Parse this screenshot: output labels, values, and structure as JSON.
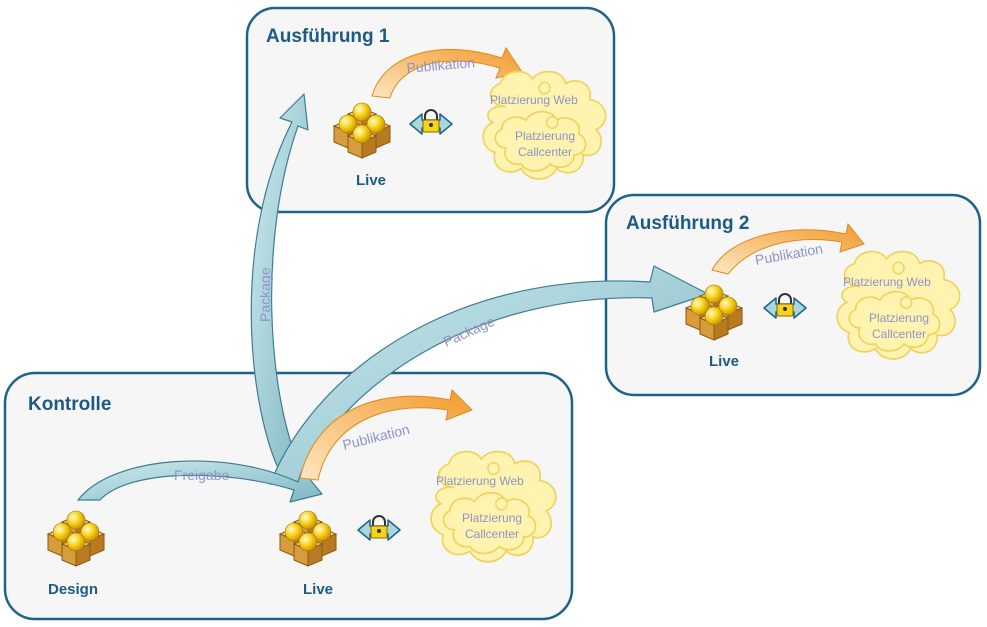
{
  "panels": {
    "kontrolle": {
      "title": "Kontrolle"
    },
    "ausfuehrung1": {
      "title": "Ausführung 1"
    },
    "ausfuehrung2": {
      "title": "Ausführung 2"
    }
  },
  "nodes": {
    "design": "Design",
    "live_kontrolle": "Live",
    "live_a1": "Live",
    "live_a2": "Live"
  },
  "arrows": {
    "freigabe": "Freigabe",
    "package_a1": "Package",
    "package_a2": "Package",
    "publikation_kontrolle": "Publikation",
    "publikation_a1": "Publikation",
    "publikation_a2": "Publikation"
  },
  "clouds": {
    "web": "Platzierung  Web",
    "callcenter_line1": "Platzierung",
    "callcenter_line2": "Callcenter"
  },
  "colors": {
    "panel_border": "#1e6389",
    "panel_fill": "#f6f6f6",
    "title": "#1b5b85",
    "flow_arrow": "#a9d7dc",
    "publikation_arrow": "#f5a640",
    "label": "#8f93c9",
    "cloud_fill": "#fff3b0",
    "cloud_stroke": "#f0d25c"
  }
}
